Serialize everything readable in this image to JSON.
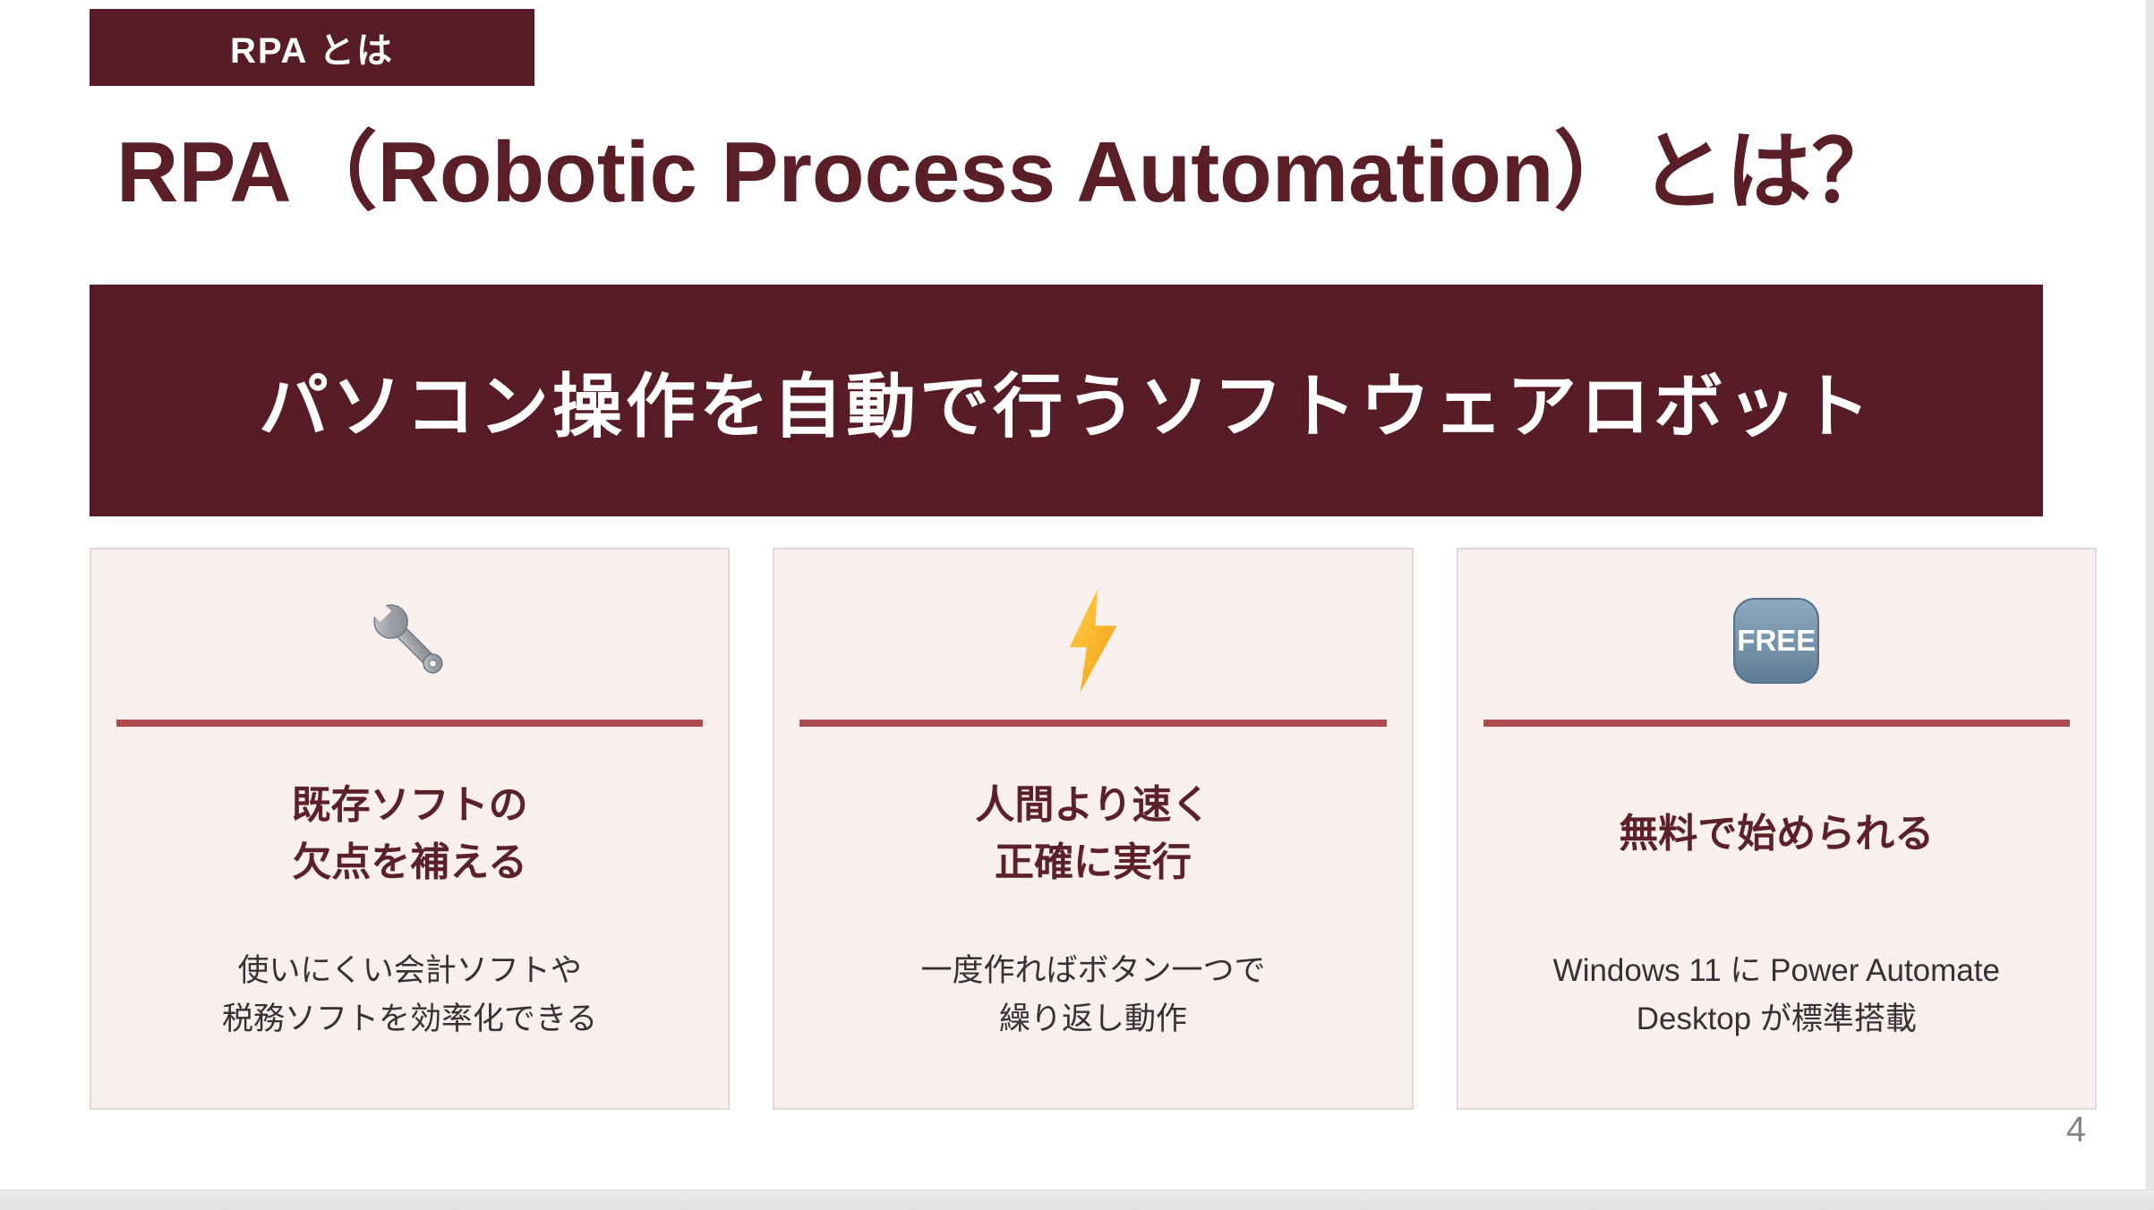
{
  "slide": {
    "kicker": "RPA とは",
    "title": "RPA（Robotic Process Automation）とは？",
    "banner": "パソコン操作を自動で行うソフトウェアロボット",
    "page_number": "4",
    "colors": {
      "accent_maroon": "#571C25",
      "divider_red": "#AC4A4D",
      "card_background": "#F9F0EE"
    },
    "cards": [
      {
        "icon": "wrench-icon",
        "title": "既存ソフトの\n欠点を補える",
        "body": "使いにくい会計ソフトや\n税務ソフトを効率化できる"
      },
      {
        "icon": "lightning-icon",
        "title": "人間より速く\n正確に実行",
        "body": "一度作ればボタン一つで\n繰り返し動作"
      },
      {
        "icon": "free-icon",
        "icon_label": "FREE",
        "title": "無料で始められる",
        "body": "Windows 11 に Power Automate\nDesktop が標準搭載"
      }
    ]
  }
}
